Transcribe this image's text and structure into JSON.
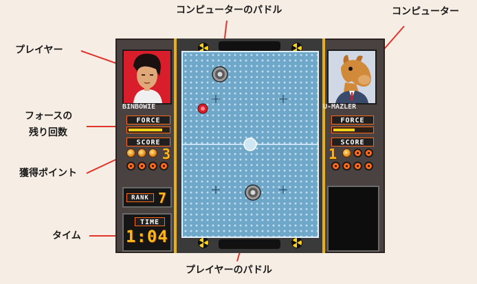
{
  "callouts": {
    "computer_paddle": "コンピューターのパドル",
    "computer": "コンピューター",
    "player": "プレイヤー",
    "force_remaining_line1": "フォースの",
    "force_remaining_line2": "残り回数",
    "points_earned": "獲得ポイント",
    "time": "タイム",
    "player_paddle": "プレイヤーのパドル"
  },
  "game": {
    "player": {
      "name": "BINBOWIE",
      "force_label": "FORCE",
      "force_level": 0.85,
      "score_label": "SCORE",
      "score_value": "3",
      "points_earned": 3,
      "points_total": 7
    },
    "computer": {
      "name": "U-MAZLER",
      "force_label": "FORCE",
      "force_level": 0.55,
      "score_label": "SCORE",
      "score_value": "1",
      "points_earned": 1,
      "points_total": 7
    },
    "rank_label": "RANK",
    "rank_value": "7",
    "time_label": "TIME",
    "time_value": "1:04"
  },
  "colors": {
    "frame_accent": "#ff6a1a",
    "rail": "#e8b012",
    "table": "#6fa7c8",
    "puck": "#d81e2a"
  }
}
